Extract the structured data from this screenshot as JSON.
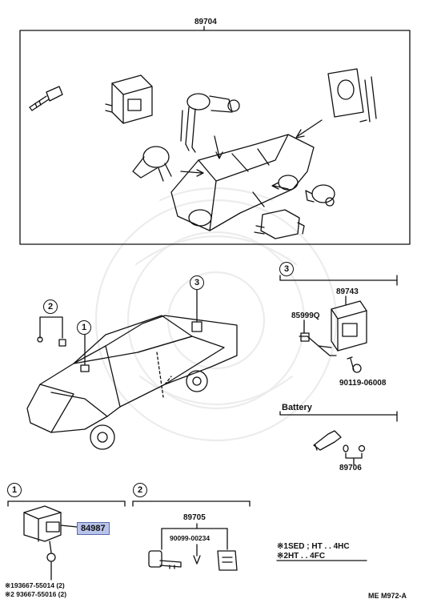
{
  "top_kit": {
    "part_number": "89704"
  },
  "callout_1": {
    "number": "1"
  },
  "callout_2": {
    "number": "2"
  },
  "callout_3": {
    "number": "3"
  },
  "section_3": {
    "number": "3",
    "box_part": "89743",
    "bracket_part": "85999Q",
    "screw_part": "90119-06008"
  },
  "battery": {
    "title": "Battery",
    "key_part": "89706"
  },
  "detail_1": {
    "number": "1",
    "part_highlighted": "84987",
    "note_1": "※193667-55014 (2)",
    "note_2": "※2 93667-55016 (2)"
  },
  "detail_2": {
    "number": "2",
    "set_part": "89705",
    "sub_part": "90099-00234"
  },
  "legend": {
    "line_1": "※1SED ; HT . . 4HC",
    "line_2": "※2HT . . 4FC"
  },
  "footer": {
    "diagram_code": "ME M972-A"
  }
}
